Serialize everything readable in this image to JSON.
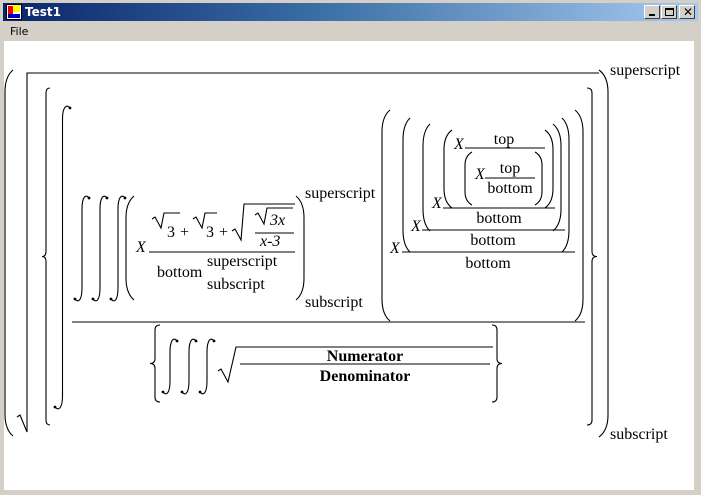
{
  "window": {
    "title": "Test1"
  },
  "menu": {
    "file": "File"
  },
  "formula": {
    "outer_superscript": "superscript",
    "outer_subscript": "subscript",
    "paren_superscript": "superscript",
    "paren_subscript": "subscript",
    "inner": {
      "base": "X",
      "radicand_1": "3",
      "plus_1": "+",
      "radicand_2": "3",
      "plus_2": "+",
      "inner_radicand": "3x",
      "inner_denominator": "x-3",
      "bottom": "bottom",
      "superscript": "superscript",
      "subscript": "subscript"
    },
    "nested": {
      "levels": [
        {
          "base": "X",
          "bottom": "bottom"
        },
        {
          "base": "X",
          "bottom": "bottom"
        },
        {
          "base": "X",
          "bottom": "bottom"
        },
        {
          "base": "X",
          "top": "top"
        },
        {
          "base": "X",
          "top": "top",
          "bottom": "bottom"
        }
      ]
    },
    "denominator": {
      "numerator": "Numerator",
      "denominator": "Denominator"
    }
  }
}
